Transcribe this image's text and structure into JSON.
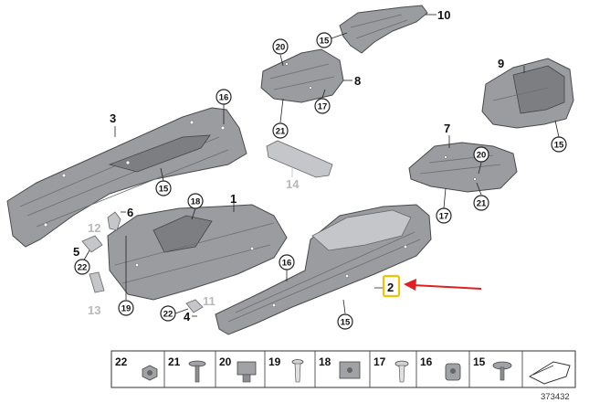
{
  "callouts": {
    "c1": "1",
    "c2": "2",
    "c3": "3",
    "c4": "4",
    "c5": "5",
    "c6": "6",
    "c7": "7",
    "c8": "8",
    "c9": "9",
    "c10": "10",
    "c12": "12",
    "c13": "13",
    "c14": "14",
    "c11": "11"
  },
  "circles": {
    "a15": "15",
    "a20": "20",
    "a21_8": "21",
    "a17_8": "17",
    "a16_3": "16",
    "a15_3": "15",
    "a18": "18",
    "a19": "19",
    "a22_5": "22",
    "a22_4": "22",
    "a16_2": "16",
    "a15_2": "15",
    "a15_9": "15",
    "a20_7": "20",
    "a21_7": "21",
    "a17_7": "17"
  },
  "tray": {
    "labels": [
      "22",
      "21",
      "20",
      "19",
      "18",
      "17",
      "16",
      "15"
    ]
  },
  "diagram_id": "373432",
  "colors": {
    "highlight": "#f2c200",
    "arrow": "#e02020",
    "panel": "#9a9ca0"
  }
}
